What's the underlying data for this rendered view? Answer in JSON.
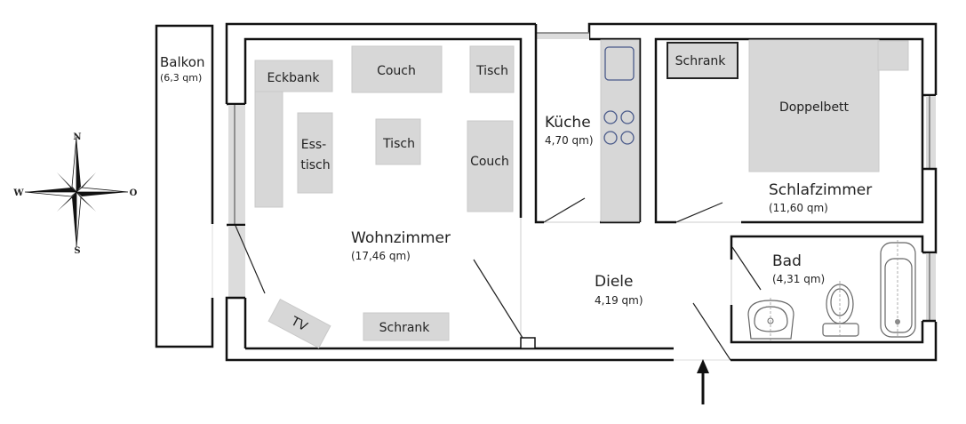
{
  "floorplan": {
    "compass": {
      "north": "N",
      "south": "S",
      "west": "W",
      "east": "O"
    },
    "rooms": {
      "balkon": {
        "name": "Balkon",
        "area": "(6,3 qm)"
      },
      "wohnzimmer": {
        "name": "Wohnzimmer",
        "area": "(17,46 qm)"
      },
      "kueche": {
        "name": "Küche",
        "area": "4,70 qm)"
      },
      "schlafzimmer": {
        "name": "Schlafzimmer",
        "area": "(11,60 qm)"
      },
      "diele": {
        "name": "Diele",
        "area": "4,19 qm)"
      },
      "bad": {
        "name": "Bad",
        "area": "(4,31 qm)"
      }
    },
    "furniture": {
      "eckbank": "Eckbank",
      "couch_top": "Couch",
      "tisch_top": "Tisch",
      "esstisch_line1": "Ess-",
      "esstisch_line2": "tisch",
      "tisch_center": "Tisch",
      "couch_right": "Couch",
      "tv": "TV",
      "schrank_living": "Schrank",
      "schrank_bedroom": "Schrank",
      "doppelbett": "Doppelbett"
    },
    "colors": {
      "wall": "#111111",
      "furniture": "#d7d7d7",
      "stove": "#4a5a8a"
    }
  }
}
